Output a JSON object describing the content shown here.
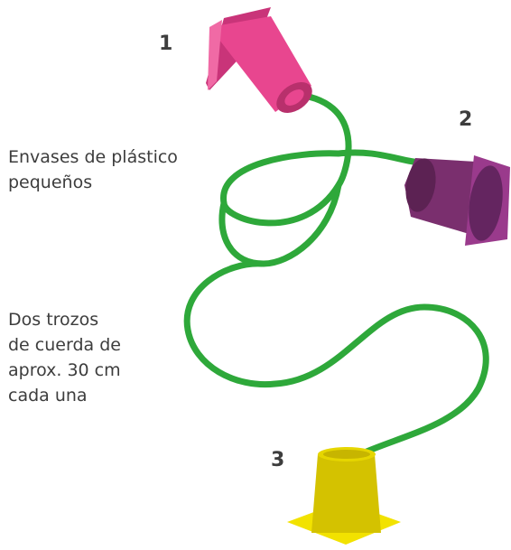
{
  "labels": {
    "cup1_number": "1",
    "cup2_number": "2",
    "cup3_number": "3",
    "containers_text": [
      "Envases de plástico",
      "pequeños"
    ],
    "strings_text": [
      "Dos trozos",
      "de cuerda de",
      "aprox. 30 cm",
      "cada una"
    ]
  },
  "colors": {
    "cup1": "#e8468f",
    "cup2": "#7a2f6e",
    "cup3": "#d4c200",
    "string": "#2ea83a",
    "text": "#3d3d3d"
  }
}
